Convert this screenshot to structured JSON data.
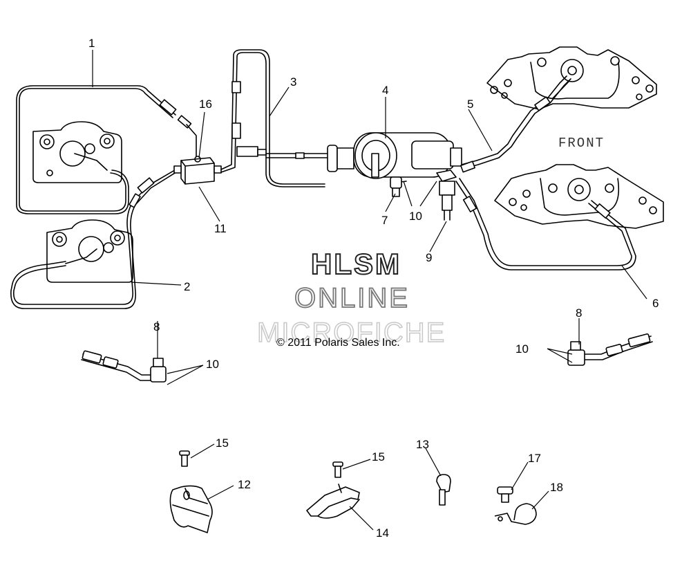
{
  "front_label": "FRONT",
  "watermark": {
    "line1": "HLSM",
    "line2": "ONLINE",
    "line3": "MICROFICHE"
  },
  "copyright": "© 2011 Polaris Sales Inc.",
  "callouts": {
    "c1": "1",
    "c2": "2",
    "c3": "3",
    "c4": "4",
    "c5": "5",
    "c6": "6",
    "c7": "7",
    "c8a": "8",
    "c8b": "8",
    "c9": "9",
    "c10a": "10",
    "c10b": "10",
    "c10c": "10",
    "c11": "11",
    "c12": "12",
    "c13": "13",
    "c14": "14",
    "c15a": "15",
    "c15b": "15",
    "c16": "16",
    "c17": "17",
    "c18": "18"
  }
}
